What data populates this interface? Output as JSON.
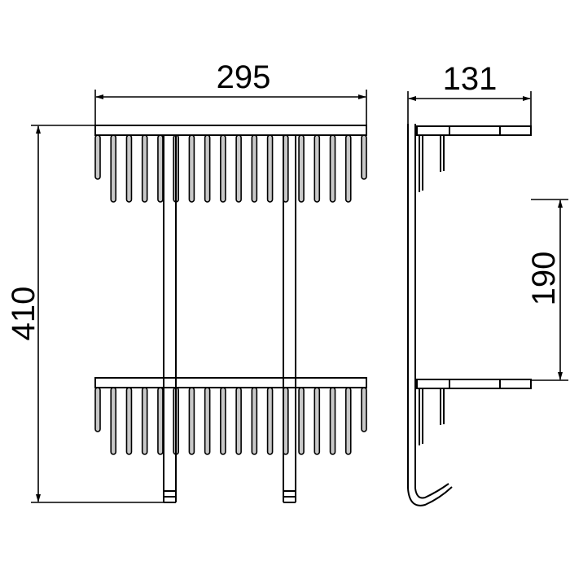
{
  "dimensions": {
    "width": "295",
    "height": "410",
    "depth": "131",
    "shelf_spacing": "190"
  },
  "colors": {
    "line": "#000000",
    "wire_fill": "#c8c8c8"
  }
}
